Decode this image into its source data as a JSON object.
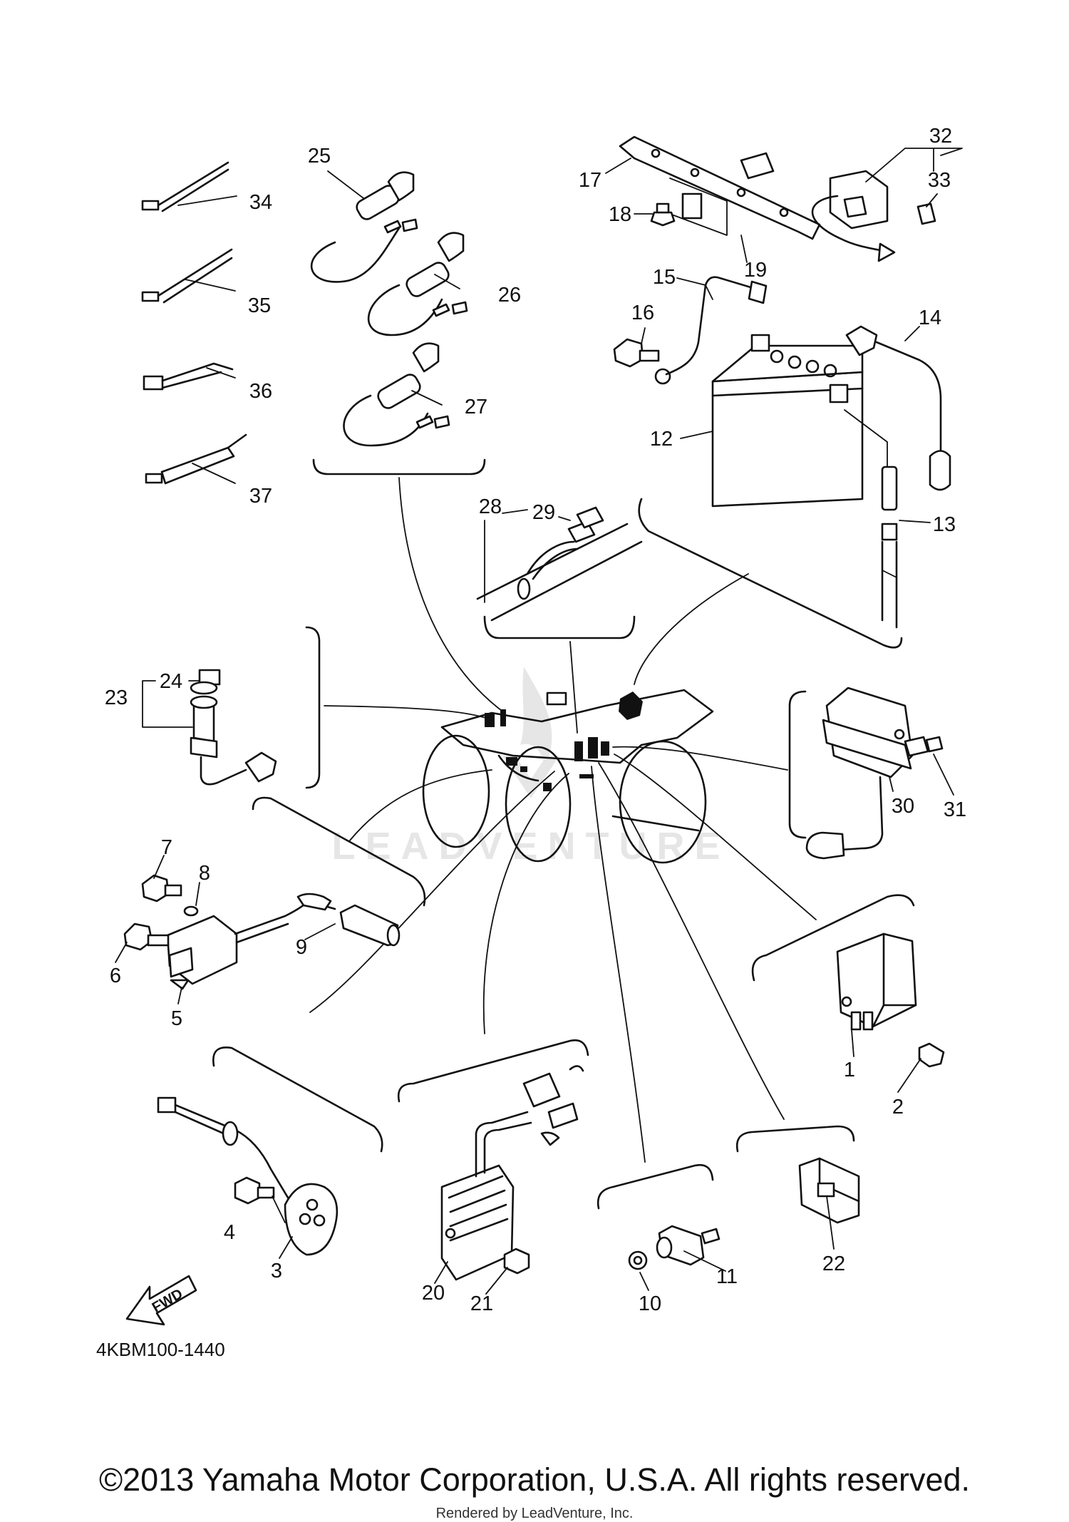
{
  "diagram": {
    "code": "4KBM100-1440",
    "watermark": "LEADVENTURE",
    "fwd_label": "FWD",
    "callouts": [
      "1",
      "2",
      "3",
      "4",
      "5",
      "6",
      "7",
      "8",
      "9",
      "10",
      "11",
      "12",
      "13",
      "14",
      "15",
      "16",
      "17",
      "18",
      "19",
      "20",
      "21",
      "22",
      "23",
      "24",
      "25",
      "26",
      "27",
      "28",
      "29",
      "30",
      "31",
      "32",
      "33",
      "34",
      "35",
      "36",
      "37"
    ]
  },
  "footer": {
    "copyright": "©2013 Yamaha Motor Corporation, U.S.A. All rights reserved.",
    "render_credit": "Rendered by LeadVenture, Inc."
  }
}
